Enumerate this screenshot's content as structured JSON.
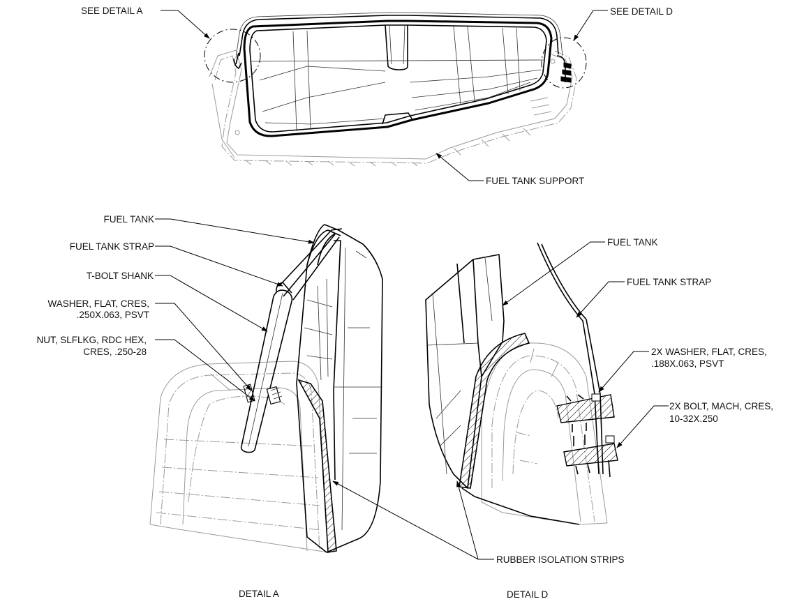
{
  "top_view": {
    "see_detail_a": "SEE DETAIL  A",
    "see_detail_d": "SEE DETAIL  D",
    "fuel_tank_support": "FUEL TANK SUPPORT"
  },
  "detail_a": {
    "fuel_tank": "FUEL TANK",
    "fuel_tank_strap": "FUEL TANK STRAP",
    "t_bolt_shank": "T-BOLT SHANK",
    "washer_line1": "WASHER, FLAT, CRES,",
    "washer_line2": ".250X.063, PSVT",
    "nut_line1": "NUT, SLFLKG, RDC HEX,",
    "nut_line2": "CRES, .250-28",
    "caption": "DETAIL A"
  },
  "detail_d": {
    "fuel_tank": "FUEL TANK",
    "fuel_tank_strap": "FUEL TANK STRAP",
    "washer_line1": "2X WASHER, FLAT, CRES,",
    "washer_line2": ".188X.063, PSVT",
    "bolt_line1": "2X BOLT, MACH, CRES,",
    "bolt_line2": "10-32X.250",
    "caption": "DETAIL D"
  },
  "shared": {
    "rubber_isolation_strips": "RUBBER ISOLATION STRIPS"
  }
}
